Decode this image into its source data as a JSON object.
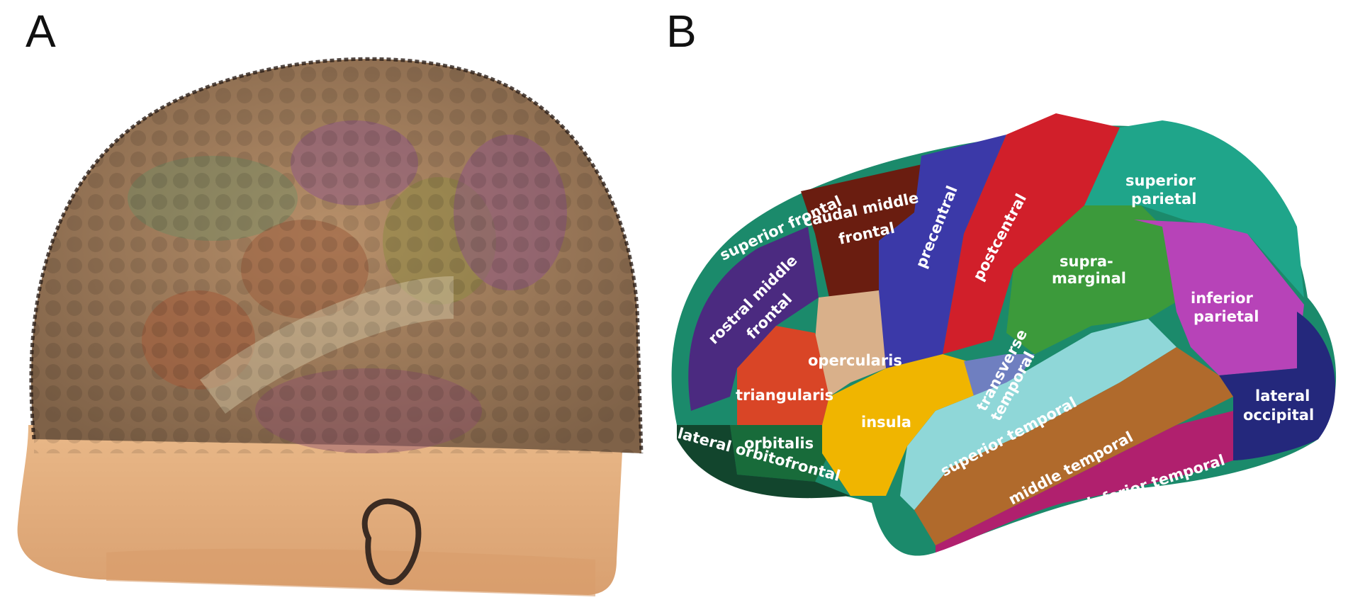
{
  "panels": [
    {
      "letter": "A"
    },
    {
      "letter": "B"
    }
  ],
  "brain_regions": {
    "superior_frontal": "superior frontal",
    "caudal_middle_frontal_1": "caudal middle",
    "caudal_middle_frontal_2": "frontal",
    "precentral": "precentral",
    "postcentral": "postcentral",
    "superior_parietal_1": "superior",
    "superior_parietal_2": "parietal",
    "supramarginal_1": "supra-",
    "supramarginal_2": "marginal",
    "inferior_parietal_1": "inferior",
    "inferior_parietal_2": "parietal",
    "rostral_middle_frontal_1": "rostral middle",
    "rostral_middle_frontal_2": "frontal",
    "opercularis": "opercularis",
    "transverse_temporal_1": "transverse",
    "transverse_temporal_2": "temporal",
    "triangularis": "triangularis",
    "insula": "insula",
    "lateral_occipital_1": "lateral",
    "lateral_occipital_2": "occipital",
    "orbitalis": "orbitalis",
    "superior_temporal": "superior temporal",
    "lateral_orbitofrontal": "lateral orbitofrontal",
    "middle_temporal": "middle temporal",
    "inferior_temporal": "inferior temporal"
  },
  "colors": {
    "skin": "#e2ab7a",
    "superior_frontal": "#1b8a6b",
    "caudal_middle_frontal": "#6a1d10",
    "precentral": "#3b39a8",
    "postcentral": "#d11f2a",
    "superior_parietal": "#1fa58a",
    "supramarginal": "#3c9a3b",
    "inferior_parietal": "#b743b8",
    "rostral_middle_frontal": "#4b2a80",
    "opercularis": "#d9b08a",
    "triangularis": "#d94526",
    "insula": "#f0b500",
    "lateral_occipital": "#24287c",
    "orbitalis": "#186b3a",
    "superior_temporal": "#8fd7d8",
    "lateral_orbitofrontal": "#12452d",
    "middle_temporal": "#b06a2c",
    "inferior_temporal": "#b0206e"
  }
}
